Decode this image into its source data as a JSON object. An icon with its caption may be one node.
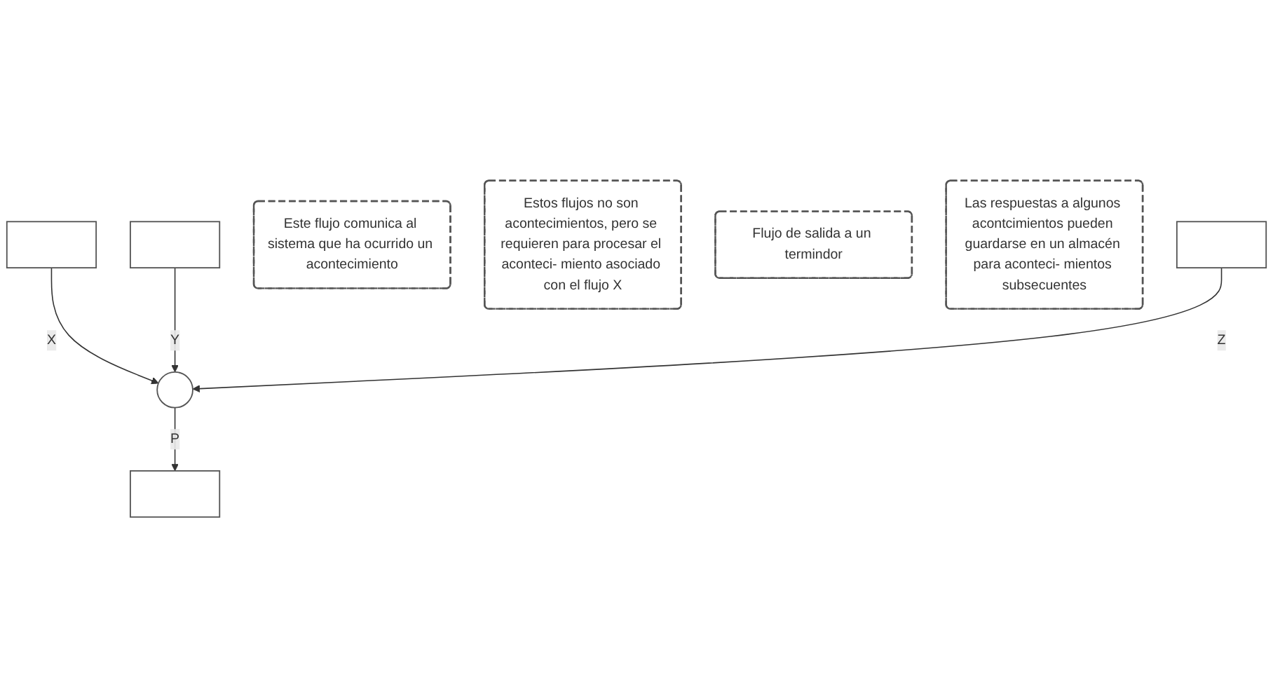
{
  "diagram": {
    "nodes": [
      {
        "text": [],
        "shape": "box"
      },
      {
        "text": [],
        "shape": "box"
      },
      {
        "text": [
          "Este flujo comunica al sistema que ha ocurrido un acontecimiento"
        ]
      },
      {
        "text": [],
        "shape": "circle"
      },
      {
        "text": [
          "Estos flujos no son acontecimientos, pero se requieren para procesar el aconteci- miento asociado con el flujo X"
        ]
      },
      {
        "text": [
          "Flujo de salida a un termindor"
        ]
      },
      {
        "text": [
          "Las respuestas a algunos acontcimientos pueden guardarse en un almacén para aconteci- mientos subsecuentes"
        ]
      },
      {
        "text": [],
        "shape": "box"
      },
      {
        "text": [],
        "shape": "box"
      }
    ],
    "edges": [
      {
        "from": 0,
        "to": 3,
        "arrow": "to",
        "label": "X"
      },
      {
        "from": 1,
        "to": 3,
        "arrow": "to",
        "label": "Y"
      },
      {
        "from": 3,
        "to": 7,
        "arrow": "to",
        "label": "P"
      },
      {
        "from": 8,
        "to": 3,
        "arrow": "to",
        "label": "Z"
      }
    ]
  }
}
